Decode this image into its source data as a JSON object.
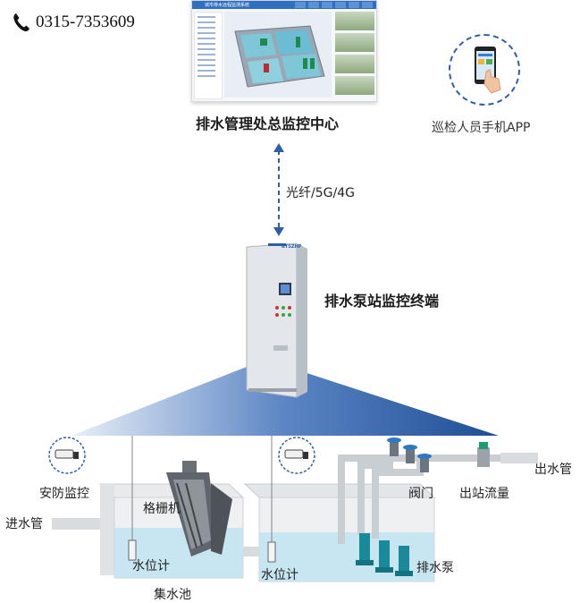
{
  "contact": {
    "phone": "0315-7353609",
    "icon": "phone-icon"
  },
  "monitor_screen": {
    "title": "城市排水远程监测系统"
  },
  "center": {
    "label": "排水管理处总监控中心"
  },
  "mobile": {
    "label": "巡检人员手机APP",
    "icon": "smartphone-hand-icon"
  },
  "link": {
    "label": "光纤/5G/4G"
  },
  "terminal": {
    "label": "排水泵站监控终端",
    "brand": "BTSZHP"
  },
  "station": {
    "security": "安防监控",
    "grille": "格栅机",
    "inlet": "进水管",
    "level_meter_1": "水位计",
    "level_meter_2": "水位计",
    "tank": "集水池",
    "valve": "阀门",
    "flowmeter": "出站流量",
    "outlet": "出水管",
    "pump": "排水泵"
  },
  "colors": {
    "dashed_link": "#2d5fa6",
    "gradient_light": "#e9eff8",
    "gradient_dark": "#1f4e95",
    "water": "#bfe4f1"
  }
}
